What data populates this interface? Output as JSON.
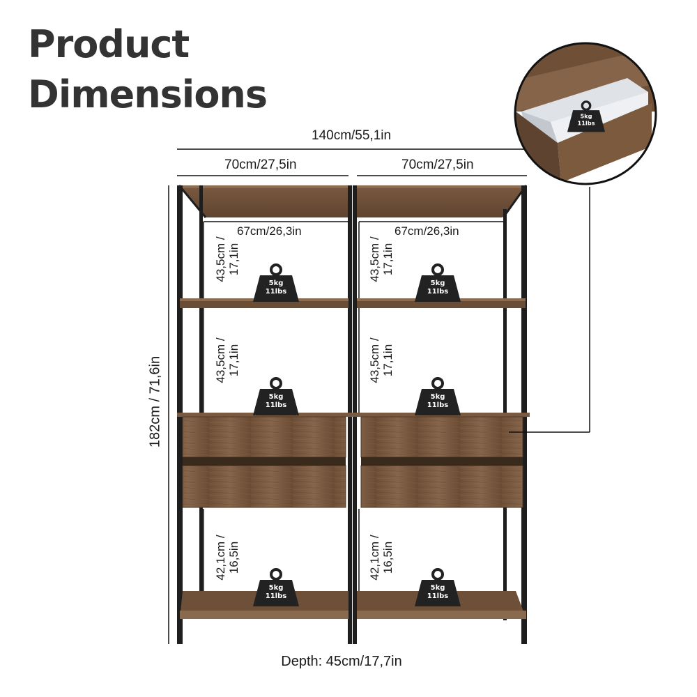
{
  "title": {
    "line1": "Product",
    "line2": "Dimensions"
  },
  "dimensions": {
    "total_width": "140cm/55,1in",
    "unit_width_left": "70cm/27,5in",
    "unit_width_right": "70cm/27,5in",
    "inner_width_left": "67cm/26,3in",
    "inner_width_right": "67cm/26,3in",
    "total_height": "182cm / 71,6in",
    "shelf_height_top_a": "43,5cm /",
    "shelf_height_top_b": "17,1in",
    "shelf_height_mid_a": "43,5cm /",
    "shelf_height_mid_b": "17,1in",
    "shelf_height_bottom_a": "42,1cm /",
    "shelf_height_bottom_b": "16,5in",
    "depth": "Depth: 45cm/17,7in"
  },
  "load": {
    "kg": "5kg",
    "lbs": "11lbs"
  },
  "colors": {
    "wood": "#7b5a3e",
    "wood_dark": "#5e4430",
    "frame": "#1e1e1e",
    "text": "#333333",
    "drawer_interior": "#d9dde2"
  },
  "icons": [
    "weight-icon",
    "drawer-detail-callout"
  ]
}
